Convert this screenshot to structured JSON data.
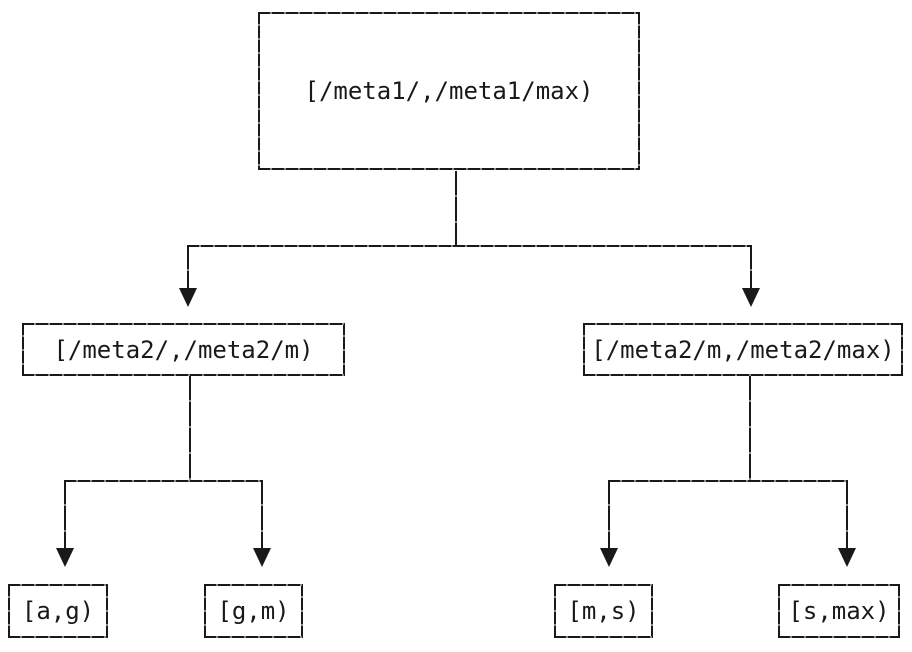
{
  "diagram": {
    "type": "tree",
    "colors": {
      "background": "#ffffff",
      "line": "#191919",
      "text": "#191919"
    },
    "nodes": {
      "root": {
        "label": "[/meta1/,/meta1/max)"
      },
      "left": {
        "label": "[/meta2/,/meta2/m)"
      },
      "right": {
        "label": "[/meta2/m,/meta2/max)"
      },
      "leaf_ag": {
        "label": "[a,g)"
      },
      "leaf_gm": {
        "label": "[g,m)"
      },
      "leaf_ms": {
        "label": "[m,s)"
      },
      "leaf_smax": {
        "label": "[s,max)"
      }
    },
    "edges": [
      {
        "from": "root",
        "to": "left"
      },
      {
        "from": "root",
        "to": "right"
      },
      {
        "from": "left",
        "to": "leaf_ag"
      },
      {
        "from": "left",
        "to": "leaf_gm"
      },
      {
        "from": "right",
        "to": "leaf_ms"
      },
      {
        "from": "right",
        "to": "leaf_smax"
      }
    ]
  }
}
